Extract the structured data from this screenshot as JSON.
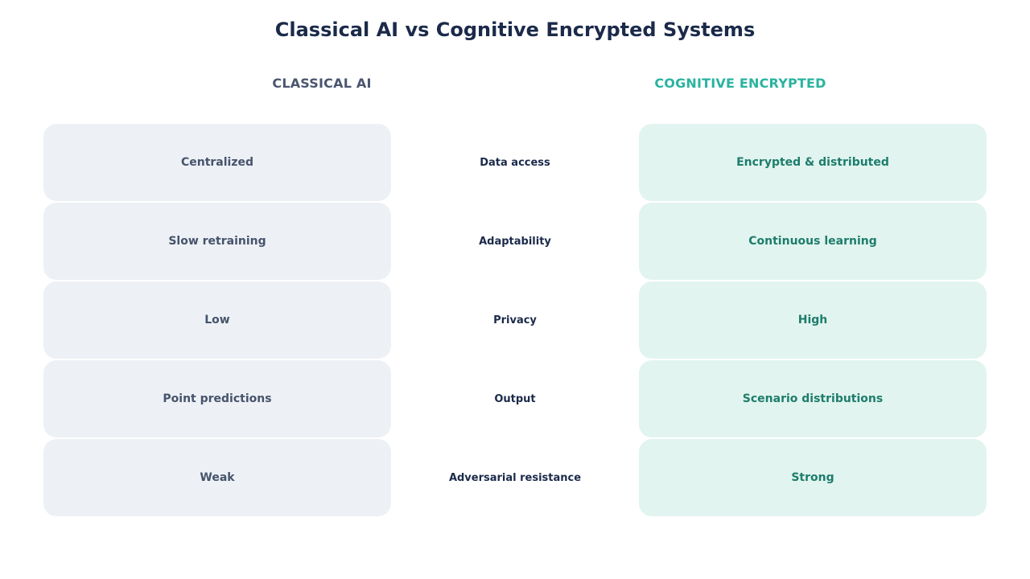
{
  "title": "Classical AI vs Cognitive Encrypted Systems",
  "columns": {
    "left": "CLASSICAL AI",
    "right": "COGNITIVE ENCRYPTED"
  },
  "colors": {
    "title": "#1b2a4a",
    "left_header": "#4a5670",
    "right_header": "#2ab3a0",
    "left_cell_bg": "#edf1f6",
    "left_cell_text": "#46536b",
    "right_cell_bg": "#e2f4ef",
    "right_cell_text": "#1d7d6c"
  },
  "rows": [
    {
      "criterion": "Data access",
      "classical": "Centralized",
      "cognitive": "Encrypted & distributed"
    },
    {
      "criterion": "Adaptability",
      "classical": "Slow retraining",
      "cognitive": "Continuous learning"
    },
    {
      "criterion": "Privacy",
      "classical": "Low",
      "cognitive": "High"
    },
    {
      "criterion": "Output",
      "classical": "Point predictions",
      "cognitive": "Scenario distributions"
    },
    {
      "criterion": "Adversarial resistance",
      "classical": "Weak",
      "cognitive": "Strong"
    }
  ]
}
